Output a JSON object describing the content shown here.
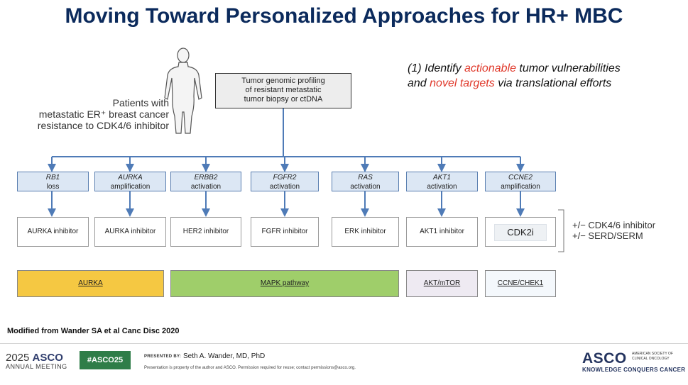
{
  "title": "Moving Toward Personalized Approaches for HR+ MBC",
  "patients_lines": [
    "Patients with",
    "metastatic ER⁺ breast cancer",
    "resistance to CDK4/6 inhibitor"
  ],
  "profiling_lines": [
    "Tumor genomic profiling",
    "of resistant metastatic",
    "tumor biopsy or ctDNA"
  ],
  "identify": {
    "p1": "(1) Identify ",
    "r1": "actionable",
    "p2": " tumor vulnerabilities and ",
    "r2": "novel targets",
    "p3": " via translational efforts"
  },
  "alterations": [
    {
      "gene": "RB1",
      "type": "loss"
    },
    {
      "gene": "AURKA",
      "type": "amplification"
    },
    {
      "gene": "ERBB2",
      "type": "activation"
    },
    {
      "gene": "FGFR2",
      "type": "activation"
    },
    {
      "gene": "RAS",
      "type": "activation"
    },
    {
      "gene": "AKT1",
      "type": "activation"
    },
    {
      "gene": "CCNE2",
      "type": "amplification"
    }
  ],
  "drugs": [
    "AURKA inhibitor",
    "AURKA inhibitor",
    "HER2 inhibitor",
    "FGFR inhibitor",
    "ERK inhibitor",
    "AKT1 inhibitor",
    ""
  ],
  "cdk2_label": "CDK2i",
  "combination": [
    "+/− CDK4/6 inhibitor",
    "+/− SERD/SERM"
  ],
  "pathways": [
    {
      "label": "AURKA",
      "color": "#f5c842"
    },
    {
      "label": "MAPK pathway",
      "color": "#9fce6a"
    },
    {
      "label": "AKT/mTOR",
      "color": "#eeeaf2"
    },
    {
      "label": "CCNE/CHEK1",
      "color": "#f4f8fc"
    }
  ],
  "colors": {
    "accent": "#0b2a5c",
    "highlight": "#e0392b",
    "connector": "#4f7bb7"
  },
  "credit": "Modified from Wander SA et al Canc Disc 2020",
  "footer": {
    "year": "2025",
    "org": "ASCO",
    "meeting": "ANNUAL MEETING",
    "hashtag": "#ASCO25",
    "presented_by": "PRESENTED BY:",
    "presenter": "Seth A. Wander, MD, PhD",
    "disclaimer": "Presentation is property of the author and ASCO. Permission required for reuse; contact permissions@asco.org.",
    "logo": "ASCO",
    "logo_side": "AMERICAN SOCIETY OF CLINICAL ONCOLOGY",
    "tagline": "KNOWLEDGE CONQUERS CANCER"
  }
}
